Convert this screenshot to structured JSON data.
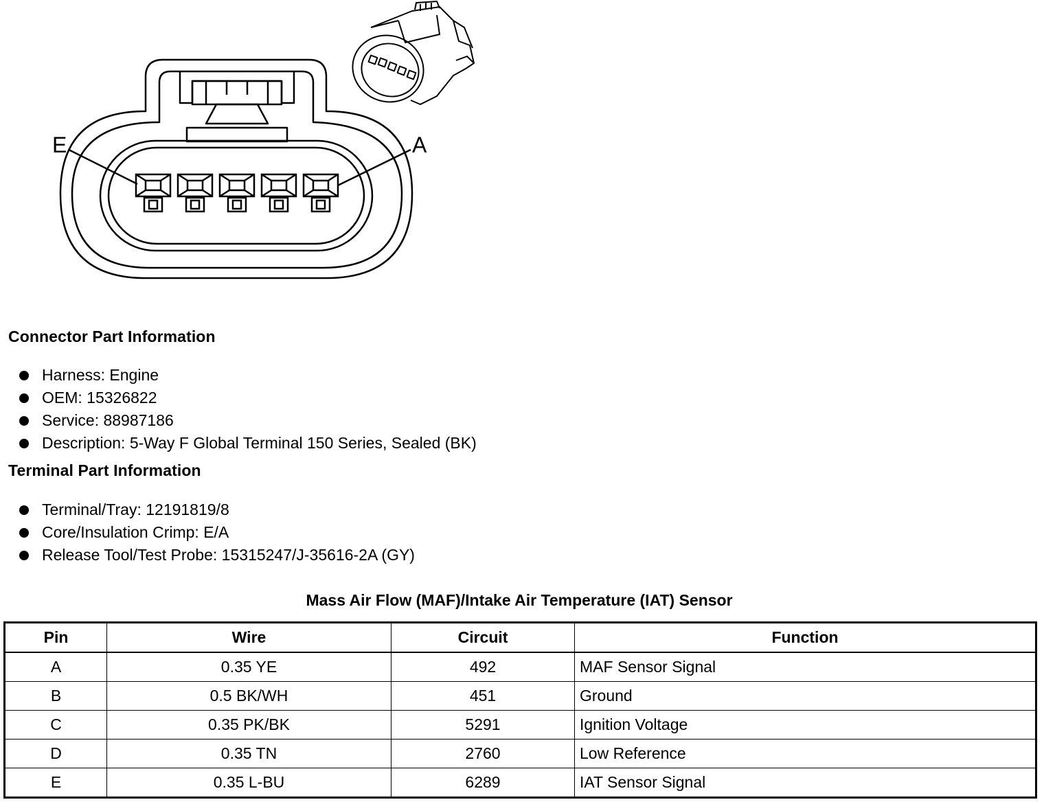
{
  "diagram": {
    "label_left": "E",
    "label_right": "A"
  },
  "connector_info": {
    "heading": "Connector Part Information",
    "items": [
      "Harness: Engine",
      "OEM: 15326822",
      "Service: 88987186",
      "Description: 5-Way F Global Terminal 150 Series, Sealed (BK)"
    ]
  },
  "terminal_info": {
    "heading": "Terminal Part Information",
    "items": [
      "Terminal/Tray: 12191819/8",
      "Core/Insulation Crimp: E/A",
      "Release Tool/Test Probe: 15315247/J-35616-2A (GY)"
    ]
  },
  "table": {
    "title": "Mass Air Flow (MAF)/Intake Air Temperature (IAT) Sensor",
    "headers": [
      "Pin",
      "Wire",
      "Circuit",
      "Function"
    ],
    "rows": [
      [
        "A",
        "0.35 YE",
        "492",
        "MAF Sensor Signal"
      ],
      [
        "B",
        "0.5 BK/WH",
        "451",
        "Ground"
      ],
      [
        "C",
        "0.35 PK/BK",
        "5291",
        "Ignition Voltage"
      ],
      [
        "D",
        "0.35 TN",
        "2760",
        "Low Reference"
      ],
      [
        "E",
        "0.35 L-BU",
        "6289",
        "IAT Sensor Signal"
      ]
    ]
  }
}
